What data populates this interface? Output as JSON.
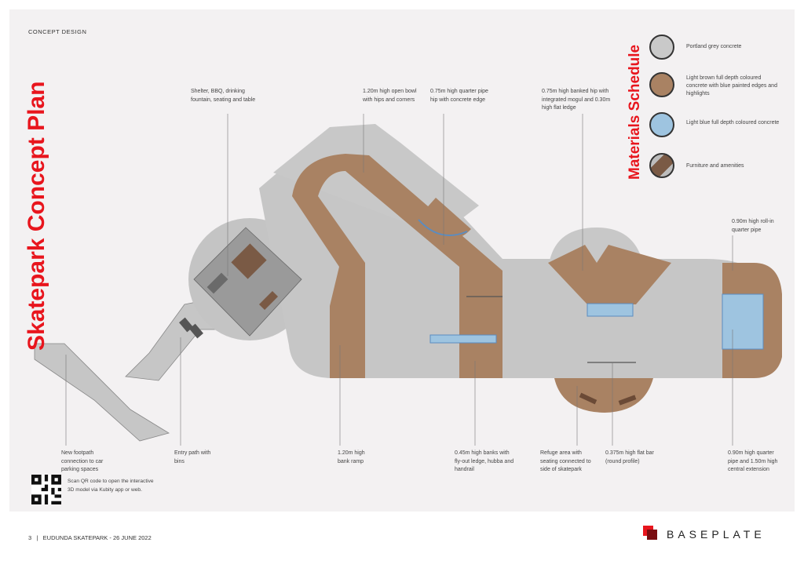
{
  "header": {
    "section": "CONCEPT DESIGN"
  },
  "title": "Skatepark Concept Plan",
  "materials": {
    "title": "Materials Schedule",
    "items": [
      {
        "label": "Portland grey concrete",
        "color": "#c9c9c9"
      },
      {
        "label": "Light brown full depth coloured concrete with blue painted edges and highlights",
        "color": "#a98263"
      },
      {
        "label": "Light blue full depth coloured concrete",
        "color": "#9ec4e0"
      },
      {
        "label": "Furniture and amenities",
        "color": "#7a5a45"
      }
    ]
  },
  "annotations": {
    "shelter": "Shelter, BBQ, drinking fountain, seating and table",
    "bowl": "1.20m high open bowl with hips and corners",
    "qp_hip": "0.75m high quarter pipe hip with concrete edge",
    "banked_hip": "0.75m high banked hip with integrated mogul and 0.30m high flat ledge",
    "rollin": "0.90m high roll-in quarter pipe",
    "footpath": "New footpath connection to car parking spaces",
    "entry": "Entry path with bins",
    "bank_ramp": "1.20m high bank ramp",
    "banks": "0.45m high banks with fly-out ledge, hubba and handrail",
    "refuge": "Refuge area with seating connected to side of skatepark",
    "flatbar": "0.375m high flat bar (round profile)",
    "quarter": "0.90m high quarter pipe and 1.50m high central extension"
  },
  "qr": {
    "text": "Scan QR code to open the interactive 3D model via Kubity app or web."
  },
  "footer": {
    "page": "3",
    "separator": "|",
    "project": "EUDUNDA SKATEPARK - 26 JUNE 2022",
    "brand": "BASEPLATE"
  },
  "colors": {
    "accent": "#e8151d",
    "concrete": "#c9c9c9",
    "brown": "#a98263",
    "blue": "#9ec4e0"
  }
}
